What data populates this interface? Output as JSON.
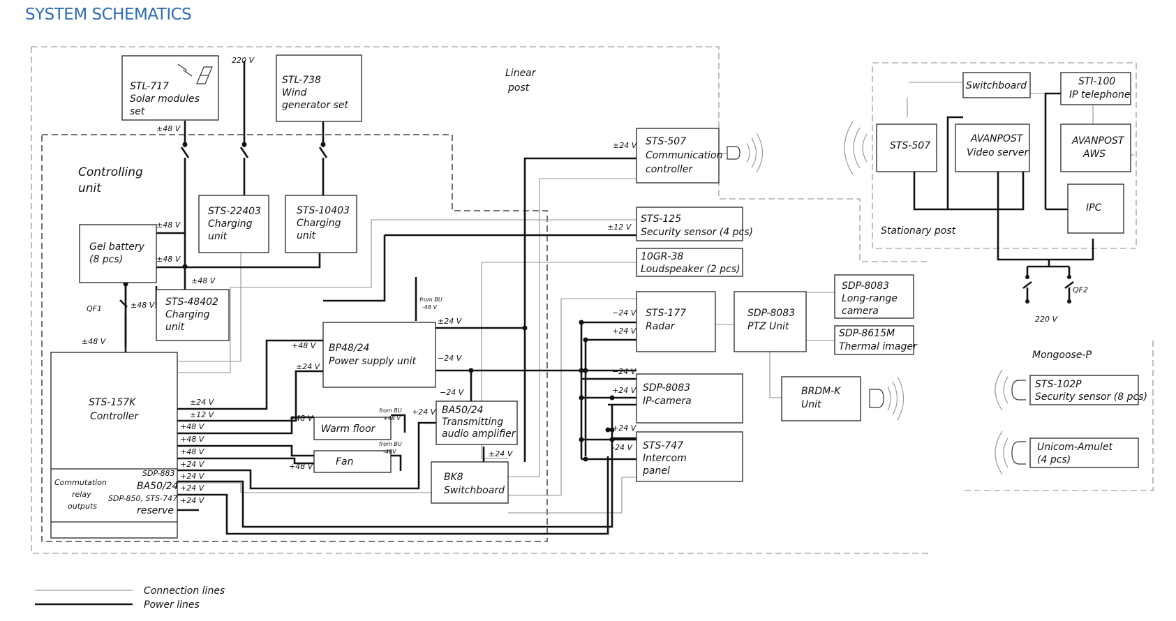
{
  "title": "SYSTEM SCHEMATICS",
  "areas": {
    "linear_post": [
      "Linear",
      "post"
    ],
    "controlling_unit": [
      "Controlling",
      "unit"
    ],
    "stationary_post": "Stationary post",
    "mongoose": "Mongoose-P"
  },
  "blocks": {
    "stl717": [
      "STL-717",
      "Solar modules",
      "set"
    ],
    "stl738": [
      "STL-738",
      "Wind",
      "generator set"
    ],
    "sts22403": [
      "STS-22403",
      "Charging",
      "unit"
    ],
    "sts10403": [
      "STS-10403",
      "Charging",
      "unit"
    ],
    "gel": [
      "Gel battery",
      "(8 pcs)"
    ],
    "sts48402": [
      "STS-48402",
      "Charging",
      "unit"
    ],
    "sts157k": [
      "STS-157K",
      "Controller"
    ],
    "commutation": [
      "Commutation",
      "relay",
      "outputs"
    ],
    "bp4824": [
      "BP48/24",
      "Power supply unit"
    ],
    "warm_floor": "Warm floor",
    "fan": "Fan",
    "ba5024": [
      "BA50/24",
      "Transmitting",
      "audio amplifier"
    ],
    "bk8": [
      "BK8",
      "Switchboard"
    ],
    "sts507": [
      "STS-507",
      "Communication",
      "controller"
    ],
    "sts125": [
      "STS-125",
      "Security sensor (4 pcs)"
    ],
    "gr38": [
      "10GR-38",
      "Loudspeaker (2 pcs)"
    ],
    "sts177": [
      "STS-177",
      "Radar"
    ],
    "sdp8083_ptz": [
      "SDP-8083",
      "PTZ Unit"
    ],
    "sdp8083_cam": [
      "SDP-8083",
      "Long-range",
      "camera"
    ],
    "sdp8615": [
      "SDP-8615M",
      "Thermal imager"
    ],
    "sdp8083_ip": [
      "SDP-8083",
      "IP-camera"
    ],
    "brdm": [
      "BRDM-K",
      "Unit"
    ],
    "sts747": [
      "STS-747",
      "Intercom",
      "panel"
    ],
    "switchboard": "Switchboard",
    "sti100": [
      "STI-100",
      "IP telephone"
    ],
    "sts507_st": "STS-507",
    "video_server": [
      "AVANPOST",
      "Video server"
    ],
    "aws": [
      "AVANPOST",
      "AWS"
    ],
    "ipc": "IPC",
    "sts102p": [
      "STS-102P",
      "Security sensor (8 pcs)"
    ],
    "unicom": [
      "Unicom-Amulet",
      "(4 pcs)"
    ]
  },
  "labels": {
    "v220": "220 V",
    "v220_b": "220 V",
    "pm48": "±48 V",
    "p48": "+48 V",
    "pm24": "±24 V",
    "p24": "+24 V",
    "m24": "−24 V",
    "m24b": "-24 V",
    "pm12": "±12 V",
    "qf1": "QF1",
    "qf2": "QF2",
    "from_bu": [
      "from BU",
      "-48 V"
    ],
    "from_bu_b": [
      "from BU",
      "+48 V"
    ],
    "from_bu_c": [
      "from BU",
      "-48V"
    ],
    "sdp883": "SDP-883",
    "ba5024_small": "BA50/24",
    "sdp850": "SDP-850, STS-747",
    "reserve": "reserve"
  },
  "legend": {
    "connection": "Connection lines",
    "power": "Power lines"
  },
  "colors": {
    "title": "#2e6db4",
    "power": "#111111",
    "connection": "#8f8f8f"
  }
}
